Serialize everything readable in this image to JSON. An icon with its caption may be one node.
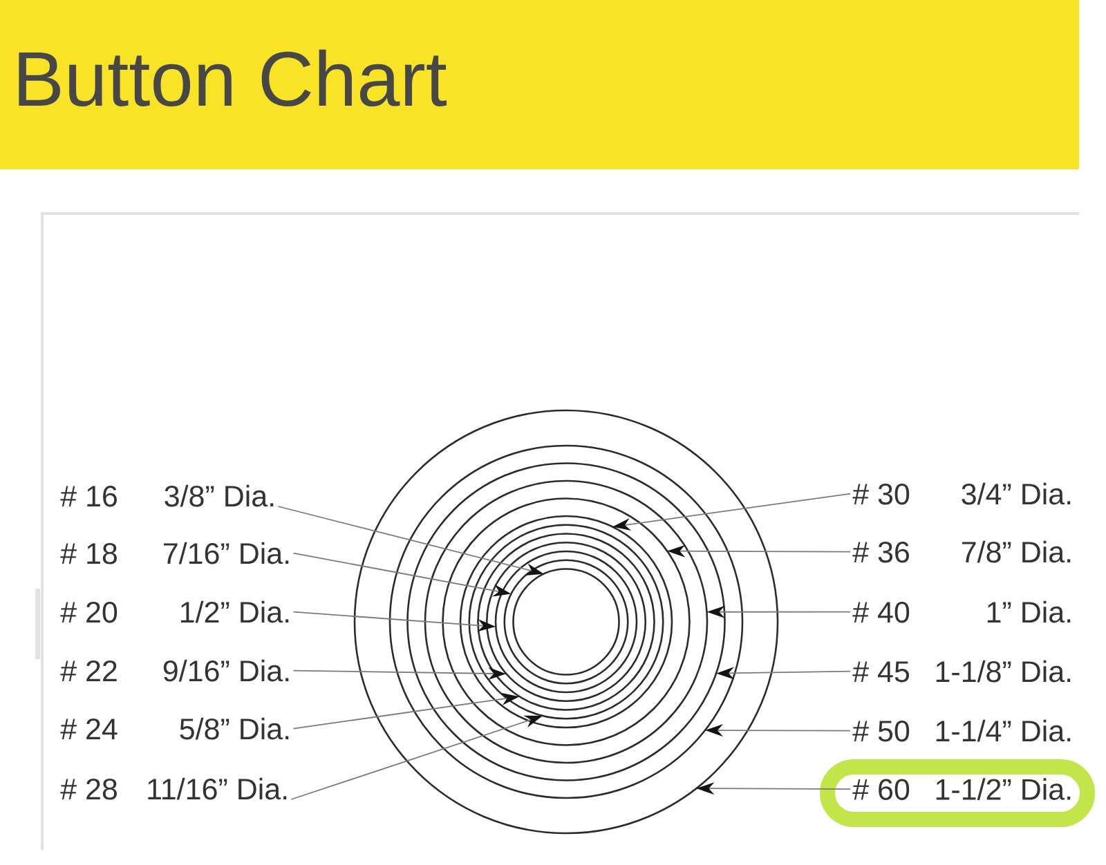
{
  "diagram": {
    "title": "Button Chart",
    "nodes": [
      {
        "text": [
          "# 16",
          "3/8” Dia."
        ]
      },
      {
        "text": [
          "# 18",
          "7/16” Dia."
        ]
      },
      {
        "text": [
          "# 20",
          "1/2” Dia."
        ]
      },
      {
        "text": [
          "# 22",
          "9/16” Dia."
        ]
      },
      {
        "text": [
          "# 24",
          "5/8” Dia."
        ]
      },
      {
        "text": [
          "# 28",
          "11/16” Dia."
        ]
      },
      {
        "text": [],
        "shape": "circle"
      },
      {
        "text": [],
        "shape": "circle",
        "in": 6
      },
      {
        "text": [],
        "shape": "circle",
        "in": 7
      },
      {
        "text": [],
        "shape": "circle",
        "in": 8
      },
      {
        "text": [],
        "shape": "circle",
        "in": 9
      },
      {
        "text": [],
        "shape": "circle",
        "in": 10
      },
      {
        "text": [],
        "shape": "circle",
        "in": 11
      },
      {
        "text": [],
        "shape": "circle",
        "in": 12
      },
      {
        "text": [],
        "shape": "circle",
        "in": 13
      },
      {
        "text": [],
        "shape": "circle",
        "in": 14
      },
      {
        "text": [],
        "shape": "circle",
        "in": 15
      },
      {
        "text": [],
        "shape": "circle",
        "in": 16
      },
      {
        "text": [
          "# 30",
          "3/4” Dia."
        ]
      },
      {
        "text": [
          "# 36",
          "7/8” Dia."
        ]
      },
      {
        "text": [
          "# 40",
          "1” Dia."
        ]
      },
      {
        "text": [
          "# 45",
          "1-1/8” Dia."
        ]
      },
      {
        "text": [
          "# 50",
          "1-1/4” Dia."
        ]
      },
      {
        "text": [],
        "shape": "box"
      },
      {
        "text": [
          "# 60",
          "1-1/2” Dia."
        ],
        "in": 23
      }
    ],
    "edges": [
      {
        "from": 0,
        "to": 17,
        "arrow": "to"
      },
      {
        "from": 1,
        "to": 16,
        "arrow": "to"
      },
      {
        "from": 2,
        "to": 15,
        "arrow": "to"
      },
      {
        "from": 3,
        "to": 14,
        "arrow": "to"
      },
      {
        "from": 4,
        "to": 13,
        "arrow": "to"
      },
      {
        "from": 5,
        "to": 12,
        "arrow": "to"
      },
      {
        "from": 18,
        "to": 11,
        "arrow": "to"
      },
      {
        "from": 19,
        "to": 10,
        "arrow": "to"
      },
      {
        "from": 20,
        "to": 9,
        "arrow": "to"
      },
      {
        "from": 21,
        "to": 8,
        "arrow": "to"
      },
      {
        "from": 22,
        "to": 7,
        "arrow": "to"
      },
      {
        "from": 24,
        "to": 6,
        "arrow": "to"
      }
    ]
  }
}
